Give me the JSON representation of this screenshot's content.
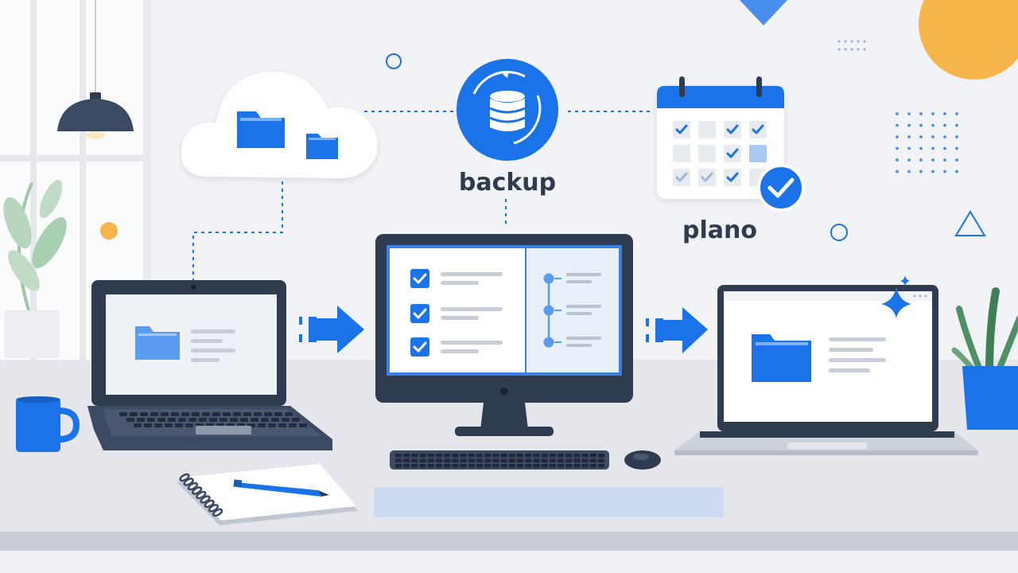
{
  "labels": {
    "backup": "backup",
    "plan": "plano"
  },
  "icons": {
    "cloud": "cloud-icon",
    "folder": "folder-icon",
    "database": "database-icon",
    "calendar": "calendar-icon",
    "check": "check-icon",
    "arrow": "arrow-right-icon",
    "sparkle": "sparkle-icon",
    "lamp": "pendant-lamp",
    "plant": "plant",
    "mug": "mug",
    "notebook": "notebook",
    "pen": "pen",
    "mouse": "mouse",
    "keyboard": "keyboard"
  },
  "colors": {
    "accent": "#1a73e8",
    "accent_light": "#5b9cf0",
    "dark": "#2f3b4f",
    "orange": "#f6b54a",
    "background": "#f2f3f6",
    "desk": "#e3e5ea",
    "plant_green": "#4e8f63"
  }
}
